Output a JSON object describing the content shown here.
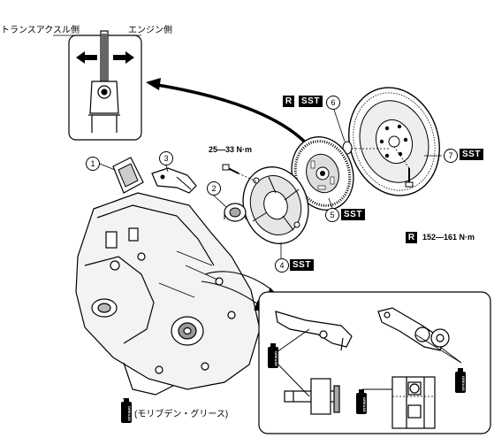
{
  "labels": {
    "transaxle_side": "トランスアクスル側",
    "engine_side": "エンジン側",
    "torque_bolt": "25—33 N·m",
    "torque_flywheel": "152—161 N·m",
    "grease_note": "(モリブデン・グリース)"
  },
  "tags": {
    "sst": "SST",
    "r": "R"
  },
  "callouts": [
    "1",
    "2",
    "3",
    "4",
    "5",
    "6",
    "7"
  ],
  "can_label": "GREASE",
  "colors": {
    "ink": "#000000",
    "paper": "#ffffff",
    "shade": "#bdbdbd"
  }
}
